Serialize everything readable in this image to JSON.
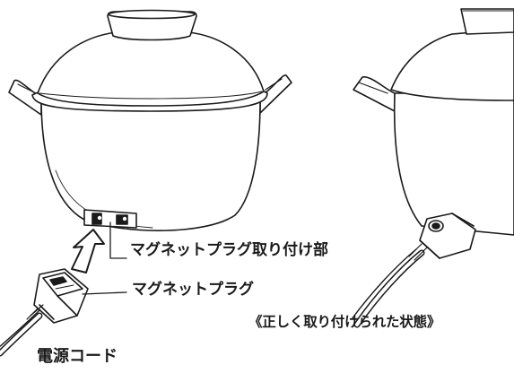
{
  "labels": {
    "mount": "マグネットプラグ取り付け部",
    "plug": "マグネットプラグ",
    "cord": "電源コード",
    "state": "《正しく取り付けられた状態》"
  }
}
